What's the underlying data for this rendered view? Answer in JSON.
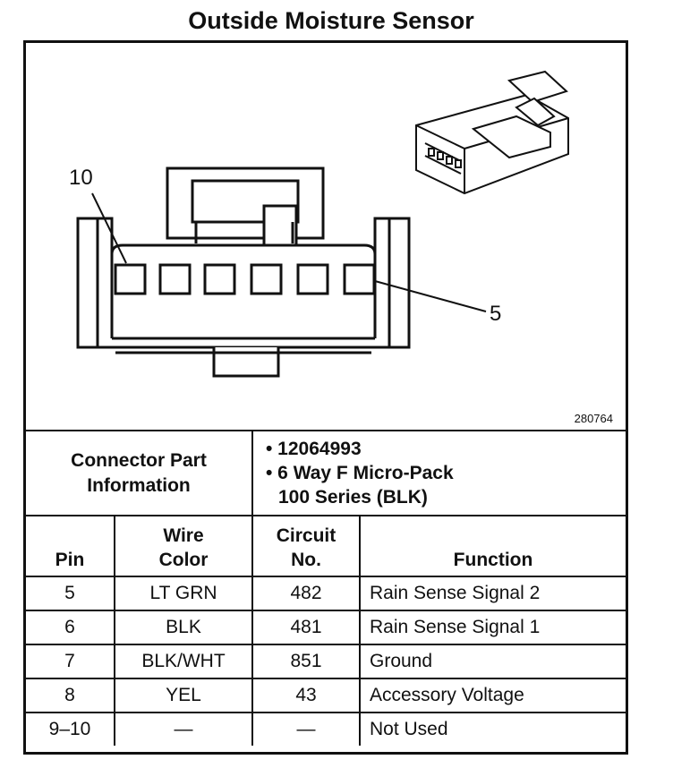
{
  "title": "Outside Moisture Sensor",
  "figure_number": "280764",
  "callouts": {
    "left": "10",
    "right": "5"
  },
  "connector": {
    "label": "Connector Part Information",
    "label_lines": [
      "Connector Part",
      "Information"
    ],
    "part_number": "• 12064993",
    "description_line1": "• 6 Way F Micro-Pack",
    "description_line2": "100 Series (BLK)"
  },
  "table": {
    "headers": {
      "pin": "Pin",
      "wire_color_line1": "Wire",
      "wire_color_line2": "Color",
      "circuit_line1": "Circuit",
      "circuit_line2": "No.",
      "function": "Function"
    },
    "rows": [
      {
        "pin": "5",
        "wire_color": "LT GRN",
        "circuit": "482",
        "function": "Rain Sense Signal 2"
      },
      {
        "pin": "6",
        "wire_color": "BLK",
        "circuit": "481",
        "function": "Rain Sense Signal 1"
      },
      {
        "pin": "7",
        "wire_color": "BLK/WHT",
        "circuit": "851",
        "function": "Ground"
      },
      {
        "pin": "8",
        "wire_color": "YEL",
        "circuit": "43",
        "function": "Accessory Voltage"
      },
      {
        "pin": "9–10",
        "wire_color": "—",
        "circuit": "—",
        "function": "Not Used"
      }
    ]
  }
}
